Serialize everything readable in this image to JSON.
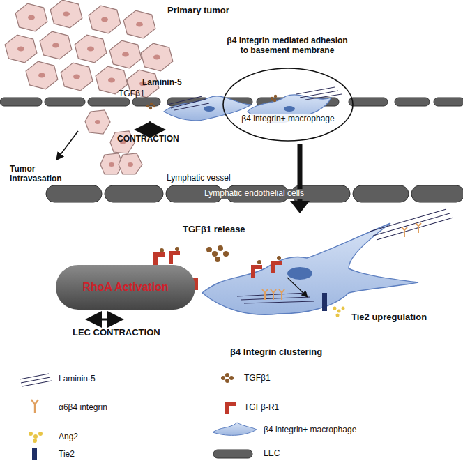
{
  "diagram": {
    "nodes": [
      {
        "text": [
          "β4 integrin+ macrophage"
        ]
      },
      {
        "text": [
          "RhoA Activation"
        ]
      }
    ],
    "labels": [
      "Primary tumor",
      "β4 integrin mediated adhesion to basement membrane",
      "TGFβ1",
      "Laminin-5",
      "Tumor intravasation",
      "CONTRACTION",
      "Lymphatic vessel",
      "Lymphatic endothelial cells",
      "TGFβ1 release",
      "LEC CONTRACTION",
      "Tie2 upregulation",
      "β4 Integrin clustering"
    ],
    "legend": [
      {
        "text": "Laminin-5"
      },
      {
        "text": "TGFβ1"
      },
      {
        "text": "α6β4 integrin"
      },
      {
        "text": "TGFβ-R1"
      },
      {
        "text": "Ang2"
      },
      {
        "text": "β4 integrin+ macrophage"
      },
      {
        "text": "Tie2"
      },
      {
        "text": "LEC"
      }
    ]
  }
}
